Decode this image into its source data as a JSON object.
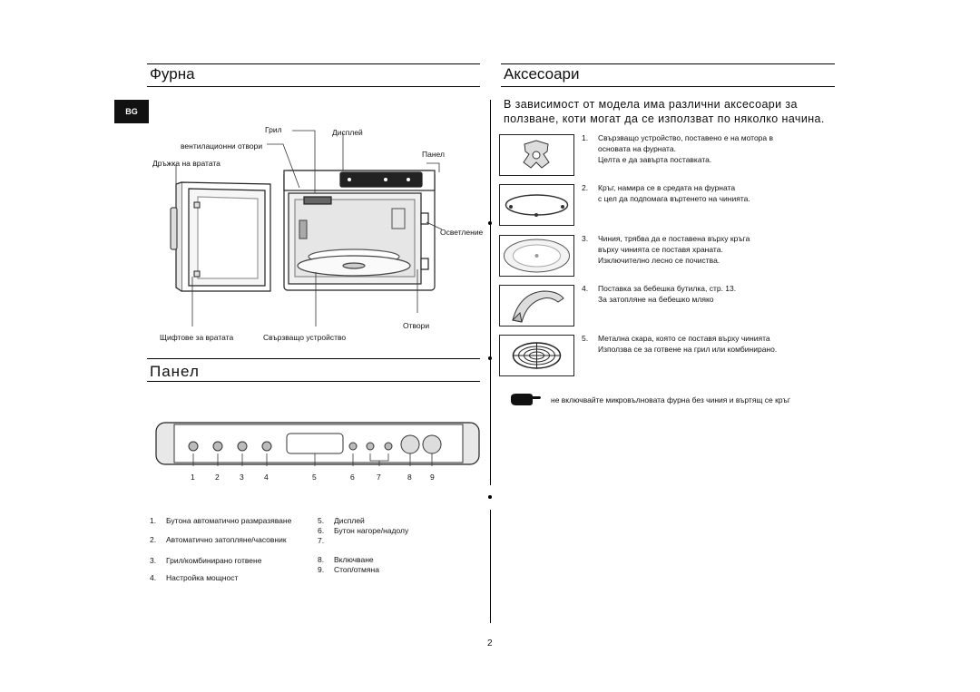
{
  "badge": "BG",
  "left": {
    "title": "Фурна",
    "labels": {
      "grill": "Грил",
      "display": "Дисплей",
      "vents": "вентилационни отвори",
      "panel": "Панел",
      "handle": "Дръжка на вратата",
      "light": "Осветление",
      "holes": "Отвори",
      "latches": "Щифтове за вратата",
      "coupler": "Свързващо устройство"
    }
  },
  "panel_section": {
    "title": "Панел",
    "numbers": [
      "1",
      "2",
      "3",
      "4",
      "5",
      "6",
      "7",
      "8",
      "9"
    ],
    "legend": [
      {
        "n": "1.",
        "text": "Бутона автоматично размразяване"
      },
      {
        "n": "2.",
        "text": "Автоматично затопляне/часовник"
      },
      {
        "n": "3.",
        "text": "Грил/комбинирано готвене"
      },
      {
        "n": "4.",
        "text": "Настройка мощност"
      },
      {
        "n": "5.",
        "text": "Дисплей"
      },
      {
        "n": "6.",
        "text": "Бутон нагоре/надолу"
      },
      {
        "n": "7.",
        "text": ""
      },
      {
        "n": "8.",
        "text": "Включване"
      },
      {
        "n": "9.",
        "text": "Стоп/отмяна"
      }
    ]
  },
  "right": {
    "title": "Аксесоари",
    "intro_line1": "В зависимост от модела има различни аксесоари за",
    "intro_line2": "ползване, коти могат да се използват по няколко начина.",
    "items": [
      {
        "n": "1.",
        "line1": "Свързващо устройство, поставено е на мотора в",
        "line2": "основата на фурната.",
        "line3": "Целта е да завърта поставката."
      },
      {
        "n": "2.",
        "line1": "Кръг, намира се в средата на фурната",
        "line2": "с цел да подпомага въртенето на чинията.",
        "line3": ""
      },
      {
        "n": "3.",
        "line1": "Чиния, трябва да е поставена върху кръга",
        "line2": "върху чинията се поставя храната.",
        "line3": "Изключително лесно се почиства."
      },
      {
        "n": "4.",
        "line1": "Поставка за бебешка бутилка, стр. 13.",
        "line2": "За затопляне на бебешко мляко",
        "line3": ""
      },
      {
        "n": "5.",
        "line1": "Метална скара, която се поставя върху чинията",
        "line2": "Използва се за готвене на грил или комбинирано.",
        "line3": ""
      }
    ],
    "note": "не включвайте микровълновата фурна без чиния и въртящ се кръг"
  },
  "page_number": "2"
}
